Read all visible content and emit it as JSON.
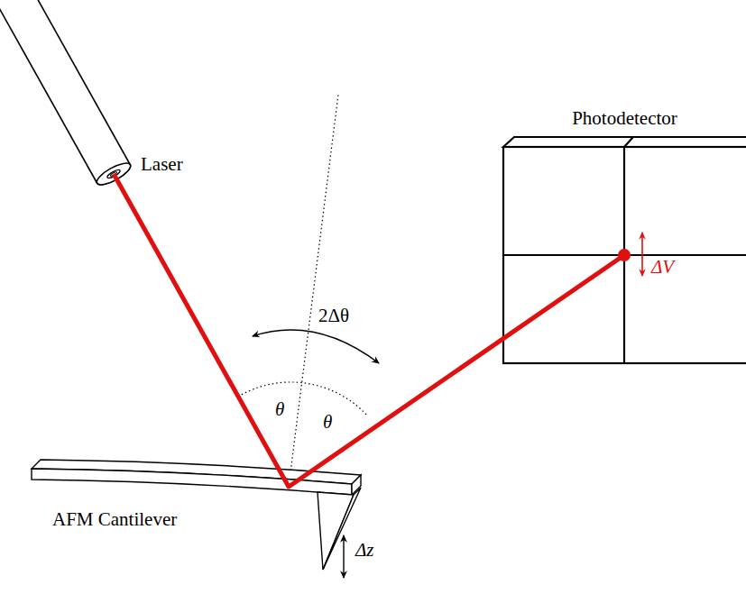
{
  "diagram": {
    "nodes": [
      {
        "text": [
          "Photodetector"
        ]
      }
    ],
    "labels": [
      "Laser",
      "2Δθ",
      "θ",
      "θ",
      "ΔV",
      "AFM Cantilever",
      "Δz"
    ]
  }
}
